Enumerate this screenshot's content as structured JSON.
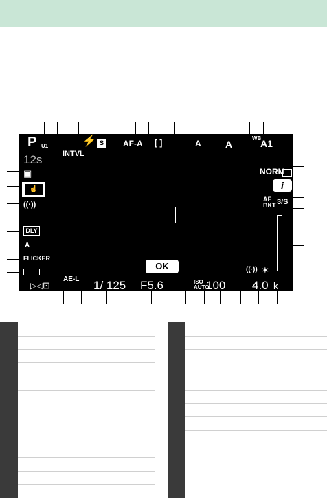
{
  "screen": {
    "mode": "P",
    "user_setting": "U1",
    "flash_off": "⚡",
    "interval": "INTVL",
    "shooting_mode": "S",
    "af_mode": "AF-A",
    "af_area": "[  ]",
    "scene": "A",
    "picture_control": "A",
    "white_balance": "WB",
    "white_balance_value": "A1",
    "timer": "12s",
    "image_quality": "NORM",
    "info_button": "i",
    "ae_bkt": "AE BKT",
    "bkt_value": "3/S",
    "dly": "DLY",
    "flicker": "FLICKER",
    "ael": "AE-L",
    "shutter": "1/ 125",
    "aperture": "F5.6",
    "iso_label": "ISO AUTO",
    "iso_value": "100",
    "exposures": "4.0",
    "exposures_suffix": "k",
    "ok_label": "OK",
    "bluetooth": "✶"
  },
  "table_left_rows": 13,
  "table_right_rows": 8
}
